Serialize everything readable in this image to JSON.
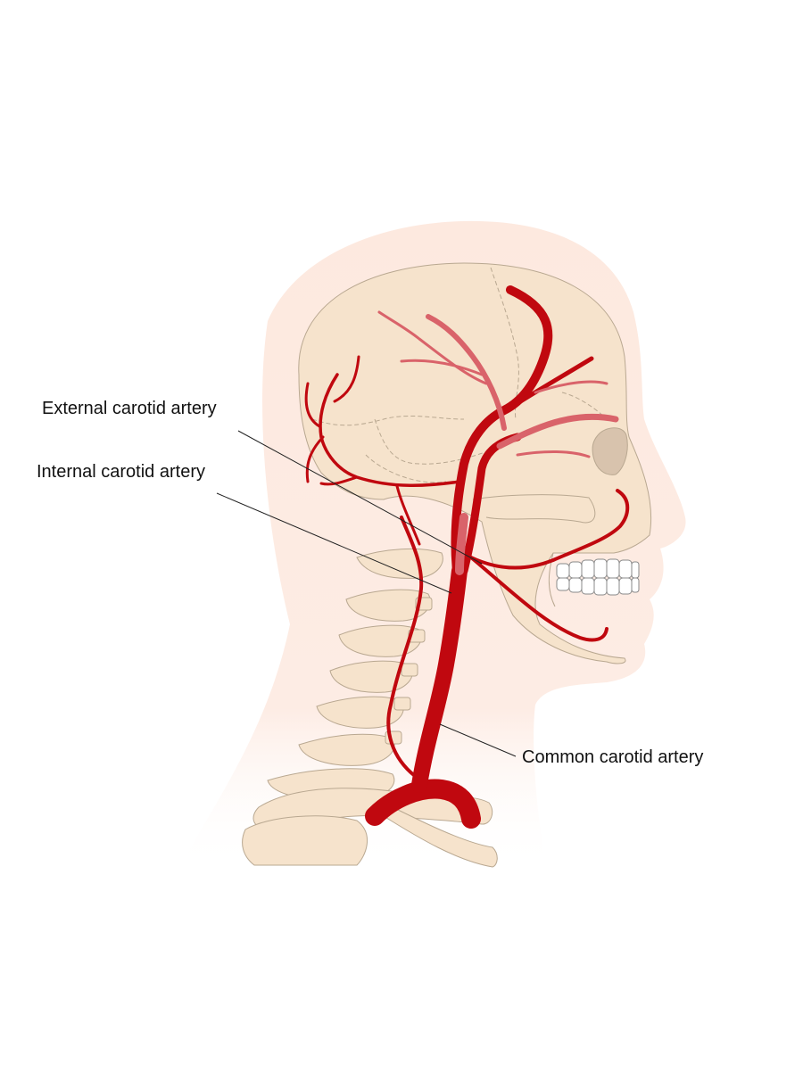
{
  "labels": {
    "external": "External carotid artery",
    "internal": "Internal carotid artery",
    "common": "Common carotid artery"
  },
  "colors": {
    "artery": "#c0080f",
    "skin": "#fde9df",
    "bone": "#f6e3cc"
  }
}
